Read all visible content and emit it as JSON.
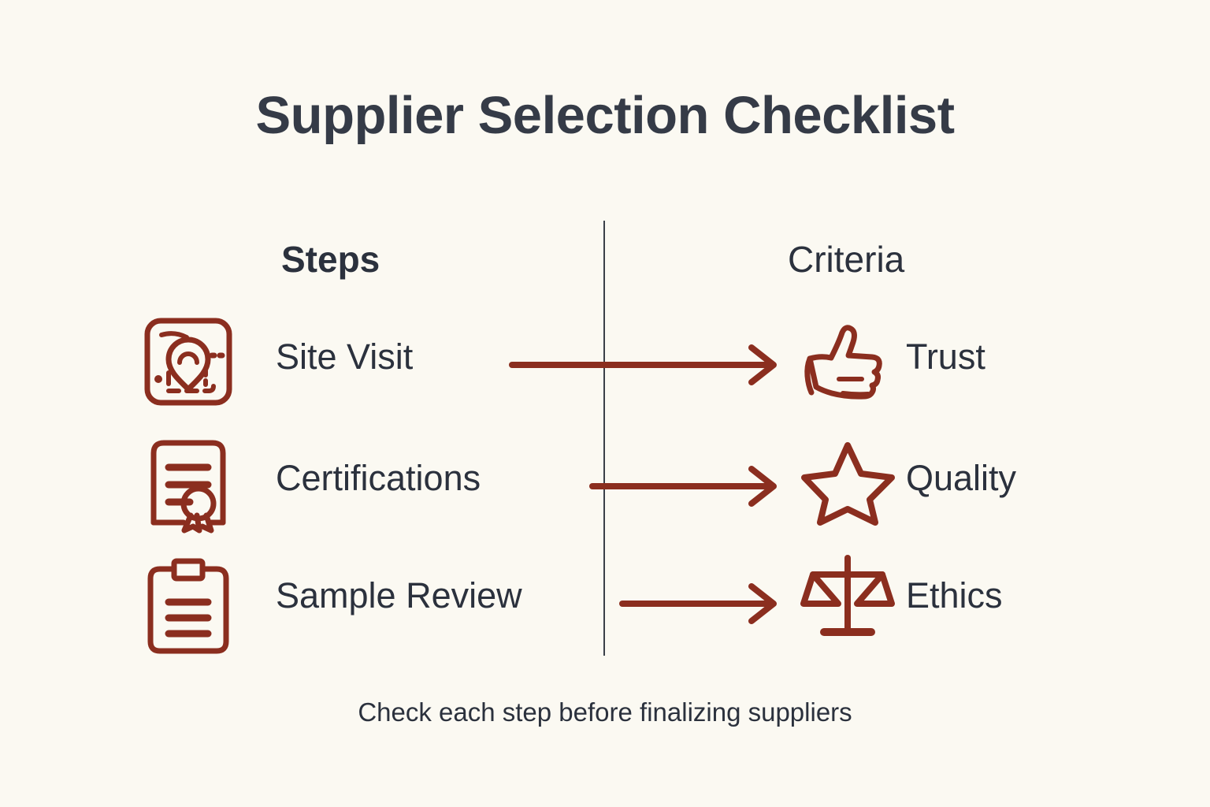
{
  "title": "Supplier Selection Checklist",
  "columns": {
    "left_header": "Steps",
    "right_header": "Criteria"
  },
  "footer": "Check each step before finalizing suppliers",
  "colors": {
    "background": "#fbf9f2",
    "text": "#2b313d",
    "title": "#353b47",
    "accent": "#8b2e1f",
    "divider": "#3a4049"
  },
  "rows": [
    {
      "step": "Site Visit",
      "step_icon": "map-location-icon",
      "criterion": "Trust",
      "criterion_icon": "thumbs-up-icon"
    },
    {
      "step": "Certifications",
      "step_icon": "certificate-seal-icon",
      "criterion": "Quality",
      "criterion_icon": "star-icon"
    },
    {
      "step": "Sample Review",
      "step_icon": "clipboard-icon",
      "criterion": "Ethics",
      "criterion_icon": "balance-scales-icon"
    }
  ]
}
